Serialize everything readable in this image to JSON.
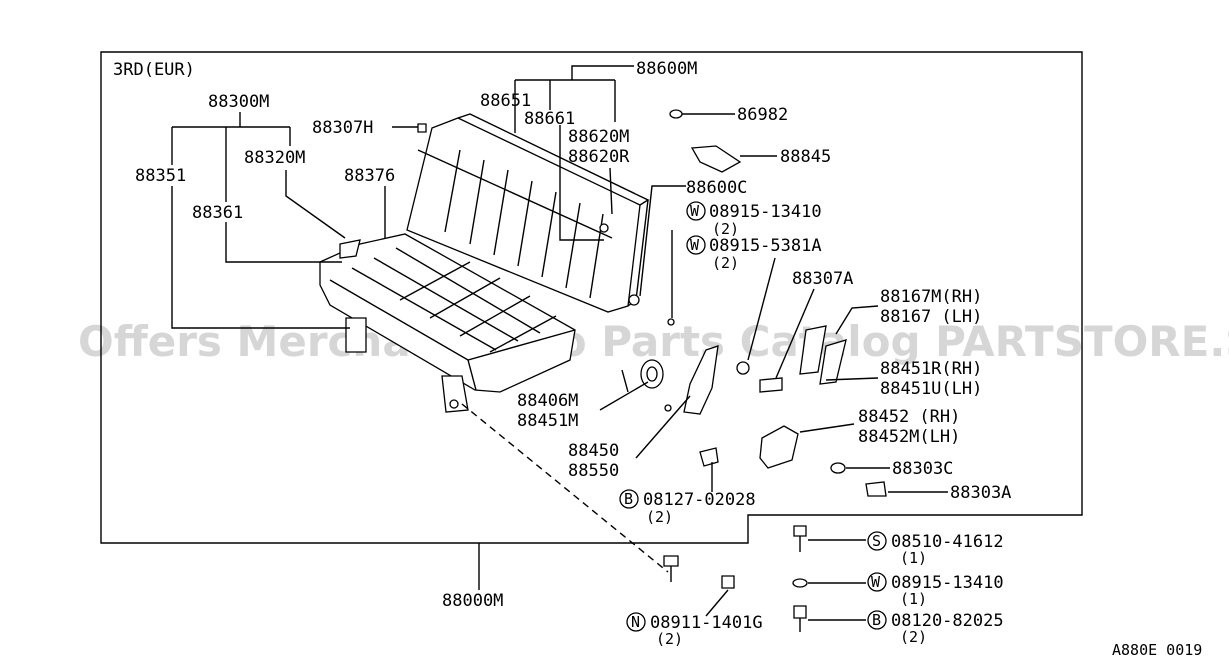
{
  "variant": "3RD(EUR)",
  "figure_code": "A880E 0019",
  "watermark": "Offers Merchant Auto Parts Catalog PARTSTORE.SA",
  "parts": {
    "p88600M": "88600M",
    "p88651": "88651",
    "p88661": "88661",
    "p88620M": "88620M",
    "p88620R": "88620R",
    "p86982": "86982",
    "p88845": "88845",
    "p88600C": "88600C",
    "p88300M": "88300M",
    "p88307H": "88307H",
    "p88351": "88351",
    "p88320M": "88320M",
    "p88376": "88376",
    "p88361": "88361",
    "p88307A": "88307A",
    "p88167M": "88167M(RH)",
    "p88167": "88167 (LH)",
    "p88451R": "88451R(RH)",
    "p88451U": "88451U(LH)",
    "p88406M": "88406M",
    "p88451M": "88451M",
    "p88452": "88452 (RH)",
    "p88452M": "88452M(LH)",
    "p88450": "88450",
    "p88550": "88550",
    "p88303C": "88303C",
    "p88303A": "88303A",
    "p88000M": "88000M"
  },
  "fasteners": {
    "w1": {
      "symbol": "W",
      "number": "08915-13410",
      "qty": "(2)"
    },
    "w2": {
      "symbol": "W",
      "number": "08915-5381A",
      "qty": "(2)"
    },
    "b1": {
      "symbol": "B",
      "number": "08127-02028",
      "qty": "(2)"
    },
    "s1": {
      "symbol": "S",
      "number": "08510-41612",
      "qty": "(1)"
    },
    "w3": {
      "symbol": "W",
      "number": "08915-13410",
      "qty": "(1)"
    },
    "b2": {
      "symbol": "B",
      "number": "08120-82025",
      "qty": "(2)"
    },
    "n1": {
      "symbol": "N",
      "number": "08911-1401G",
      "qty": "(2)"
    }
  }
}
